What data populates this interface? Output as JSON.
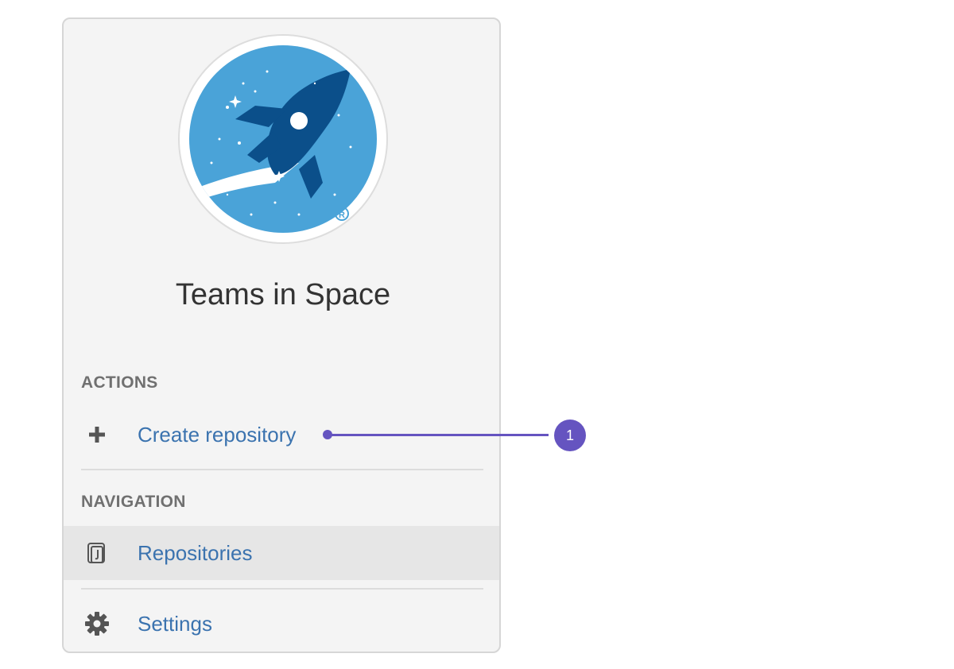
{
  "project": {
    "name": "Teams in Space",
    "logo_icon": "rocket-logo-icon"
  },
  "sidebar": {
    "actions": {
      "heading": "ACTIONS",
      "items": [
        {
          "label": "Create repository",
          "icon": "plus-icon"
        }
      ]
    },
    "navigation": {
      "heading": "NAVIGATION",
      "items": [
        {
          "label": "Repositories",
          "icon": "repository-icon",
          "active": true
        },
        {
          "label": "Settings",
          "icon": "gear-icon",
          "active": false
        }
      ]
    }
  },
  "callout": {
    "number": "1",
    "color": "#6554c0"
  },
  "colors": {
    "link": "#3b73af",
    "panel_bg": "#f4f4f4",
    "active_bg": "#e6e6e6",
    "logo_blue": "#4aa3d8",
    "rocket_navy": "#0b4f8a"
  }
}
